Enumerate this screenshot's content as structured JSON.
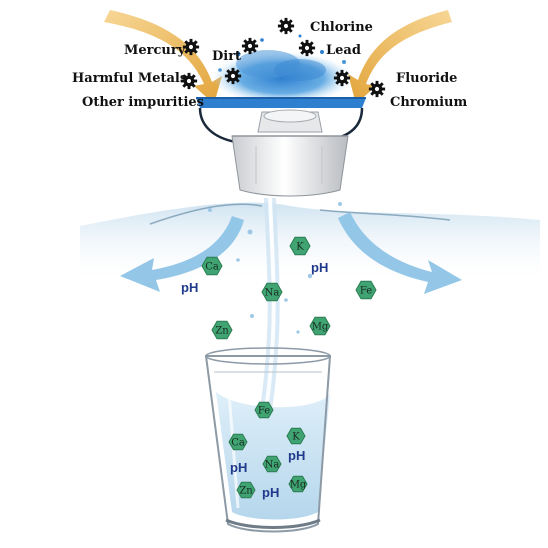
{
  "contaminants": {
    "mercury": "Mercury",
    "dirt": "Dirt",
    "chlorine": "Chlorine",
    "lead": "Lead",
    "harmful_metals": "Harmful Metals",
    "fluoride": "Fluoride",
    "other_impurities": "Other impurities",
    "chromium": "Chromium"
  },
  "icons": {
    "contaminant": "gear-icon",
    "arrows": "curved-arrow-icon",
    "minerals": "hexagon-icon"
  },
  "minerals": {
    "stream": {
      "ca": "Ca",
      "k": "K",
      "na": "Na",
      "fe": "Fe",
      "zn": "Zn",
      "mg": "Mg"
    },
    "glass": {
      "fe": "Fe",
      "ca": "Ca",
      "k": "K",
      "na": "Na",
      "zn": "Zn",
      "mg": "Mg"
    }
  },
  "ph_labels": {
    "stream_left": "pH",
    "stream_right": "pH",
    "glass_right": "pH",
    "glass_left": "pH",
    "glass_bottom": "pH"
  },
  "colors": {
    "arrow_gold": "#e2a43a",
    "arrow_blue": "#8ec4e6",
    "water_blue": "#2f7fd0",
    "mineral_green": "#3fa472",
    "ph_text": "#1f3a8a"
  }
}
